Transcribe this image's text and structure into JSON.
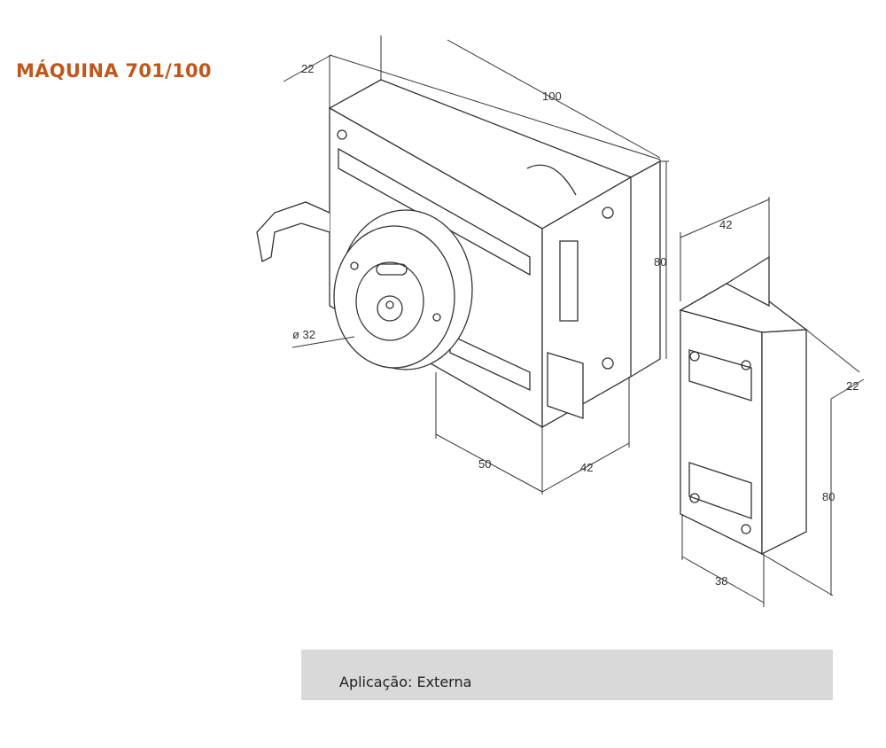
{
  "title": "MÁQUINA 701/100",
  "drawing": {
    "lock_dimensions": {
      "depth_top": "22",
      "width": "100",
      "height": "80",
      "diameter": "ø 32",
      "cylinder_offset": "50",
      "side_depth": "42"
    },
    "strike_dimensions": {
      "depth_top": "42",
      "depth_side": "22",
      "height": "80",
      "width": "38"
    }
  },
  "footer": {
    "application_label": "Aplicação: Externa"
  },
  "colors": {
    "title": "#c0571c",
    "footer_bg": "#d9d9da",
    "line": "#333333"
  }
}
